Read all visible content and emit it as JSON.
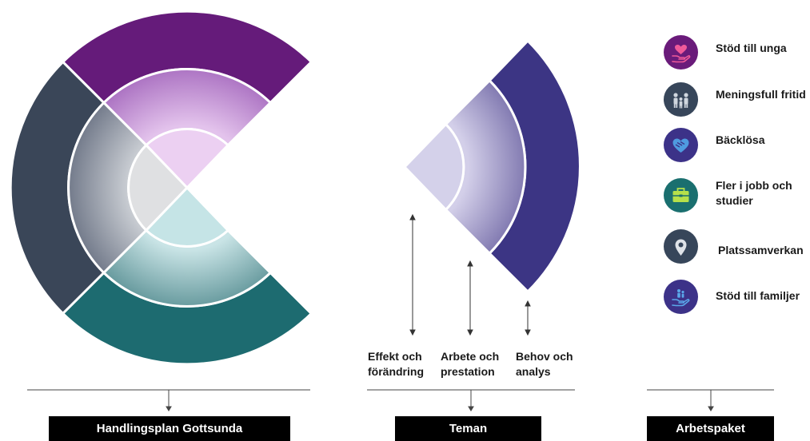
{
  "diagram": {
    "theme_labels": [
      {
        "line1": "Effekt och",
        "line2": "förändring"
      },
      {
        "line1": "Arbete och",
        "line2": "prestation"
      },
      {
        "line1": "Behov och",
        "line2": "analys"
      }
    ],
    "work_packages": [
      {
        "label": "Stöd till unga",
        "icon": "heart-hand-icon",
        "color": "#6a1b7a"
      },
      {
        "label": "Meningsfull fritid",
        "icon": "people-icon",
        "color": "#37465a"
      },
      {
        "label": "Bäcklösa",
        "icon": "heart-icon",
        "color": "#3c3288"
      },
      {
        "label": "Fler i jobb och",
        "label2": "studier",
        "icon": "briefcase-icon",
        "color": "#1a6f6f"
      },
      {
        "label": "Platssamverkan",
        "icon": "location-pin-icon",
        "color": "#37465a"
      },
      {
        "label": "Stöd till familjer",
        "icon": "family-hand-icon",
        "color": "#3c3288"
      }
    ],
    "bottom_bars": [
      {
        "label": "Handlingsplan Gottsunda"
      },
      {
        "label": "Teman"
      },
      {
        "label": "Arbetspaket"
      }
    ],
    "colors": {
      "purple_outer": "#651b7a",
      "slate_outer": "#3a4658",
      "teal_outer": "#1d6b70",
      "indigo_outer": "#3c3584"
    }
  }
}
